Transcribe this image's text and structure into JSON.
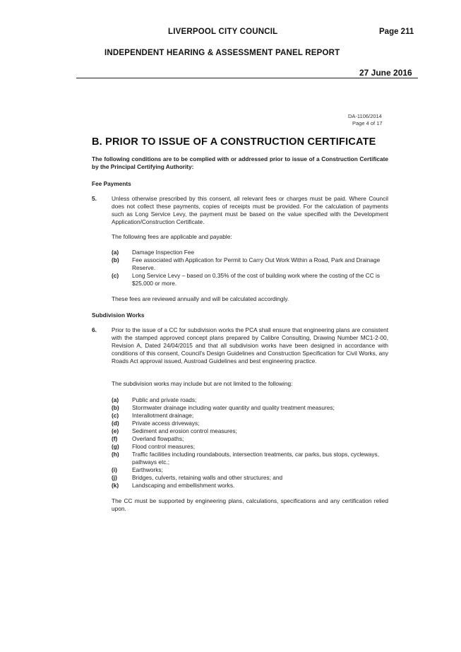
{
  "header": {
    "council": "LIVERPOOL CITY COUNCIL",
    "page": "Page 211",
    "report": "INDEPENDENT HEARING & ASSESSMENT PANEL REPORT",
    "date": "27 June 2016"
  },
  "doc_ref": {
    "da": "DA-1106/2014",
    "page": "Page 4 of 17"
  },
  "section_title": "B.  PRIOR TO ISSUE OF A CONSTRUCTION CERTIFICATE",
  "intro": "The following conditions are to be complied with or addressed prior to issue of a Construction Certificate by the Principal Certifying Authority:",
  "fee": {
    "heading": "Fee Payments",
    "number": "5.",
    "text": "Unless otherwise prescribed by this consent, all relevant fees or charges must be paid. Where Council does not collect these payments, copies of receipts must be provided. For the calculation of payments such as Long Service Levy, the payment must be based on the value specified with the Development Application/Construction Certificate.",
    "list_intro": "The following fees are applicable and payable:",
    "items": [
      {
        "label": "(a)",
        "text": "Damage Inspection Fee"
      },
      {
        "label": "(b)",
        "text": "Fee associated with Application for Permit to Carry Out Work Within a Road, Park and Drainage Reserve."
      },
      {
        "label": "(c)",
        "text": "Long Service Levy – based on 0.35% of the cost of building work where the costing of the CC is $25,000 or more."
      }
    ],
    "note": "These fees are reviewed annually and will be calculated accordingly."
  },
  "subdivision": {
    "heading": "Subdivision Works",
    "number": "6.",
    "text": "Prior to the issue of a CC for subdivision works the PCA shall ensure that engineering plans are consistent with the stamped approved concept plans prepared by Calibre Consulting, Drawing Number MC1-2-00, Revision A, Dated 24/04/2015 and that all subdivision works have been designed in accordance with conditions of this consent, Council's Design Guidelines and Construction Specification for Civil Works, any Roads Act approval issued, Austroad Guidelines and best engineering practice.",
    "list_intro": "The subdivision works may include but are not limited to the following:",
    "items": [
      {
        "label": "(a)",
        "text": "Public and private roads;"
      },
      {
        "label": "(b)",
        "text": "Stormwater drainage including water quantity and quality treatment measures;"
      },
      {
        "label": "(c)",
        "text": "Interallotment drainage;"
      },
      {
        "label": "(d)",
        "text": "Private access driveways;"
      },
      {
        "label": "(e)",
        "text": "Sediment and erosion control measures;"
      },
      {
        "label": "(f)",
        "text": "Overland flowpaths;"
      },
      {
        "label": "(g)",
        "text": "Flood control measures;"
      },
      {
        "label": "(h)",
        "text": "Traffic facilities including roundabouts, intersection treatments, car parks, bus stops, cycleways, pathways etc.;"
      },
      {
        "label": "(i)",
        "text": "Earthworks;"
      },
      {
        "label": "(j)",
        "text": "Bridges, culverts, retaining walls and other structures; and"
      },
      {
        "label": "(k)",
        "text": "Landscaping and embellishment works."
      }
    ],
    "closing": "The CC must be supported by engineering plans, calculations, specifications and any certification relied upon."
  }
}
